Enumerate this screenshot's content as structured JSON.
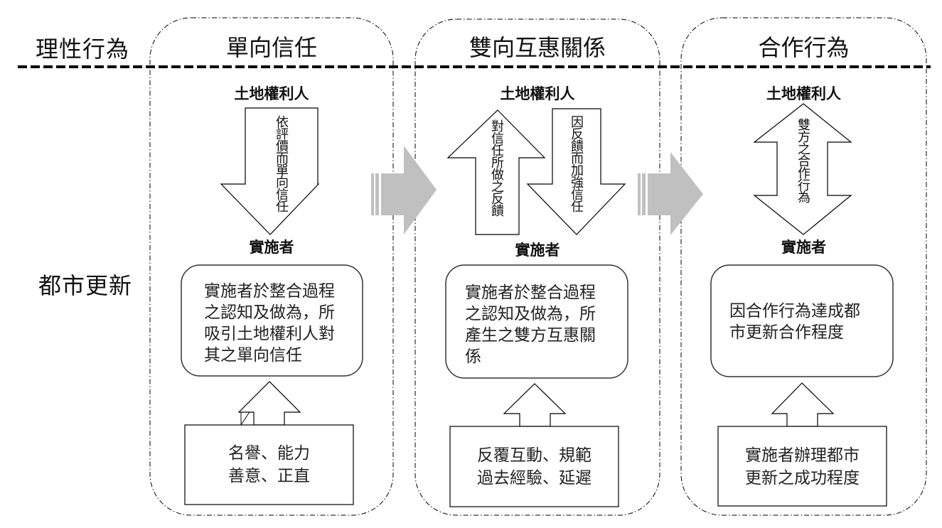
{
  "row_labels": {
    "rational_behavior": "理性行為",
    "urban_renewal": "都市更新"
  },
  "panels": [
    {
      "title": "單向信任",
      "top_actor": "土地權利人",
      "bottom_actor": "實施者",
      "arrows": [
        {
          "direction": "down",
          "label": "依評價而單向信任"
        }
      ],
      "description": "實施者於整合過程之認知及做為，所吸引土地權利人對其之單向信任",
      "description_lines": [
        "實施者於整合過程",
        "之認知及做為，所",
        "吸引土地權利人對",
        "其之單向信任"
      ],
      "factors_lines": [
        "名譽、能力",
        "善意、正直"
      ]
    },
    {
      "title": "雙向互惠關係",
      "top_actor": "土地權利人",
      "bottom_actor": "實施者",
      "arrows": [
        {
          "direction": "up",
          "label": "對信任所做之反饋"
        },
        {
          "direction": "down",
          "label": "因反饋而加強信任"
        }
      ],
      "description": "實施者於整合過程之認知及做為，所產生之雙方互惠關係",
      "description_lines": [
        "實施者於整合過程",
        "之認知及做為，所",
        "產生之雙方互惠關",
        "係"
      ],
      "factors_lines": [
        "反覆互動、規範",
        "過去經驗、延遲"
      ]
    },
    {
      "title": "合作行為",
      "top_actor": "土地權利人",
      "bottom_actor": "實施者",
      "arrows": [
        {
          "direction": "both",
          "label": "雙方之合作行為"
        }
      ],
      "description": "因合作行為達成都市更新合作程度",
      "description_lines": [
        "因合作行為達成都",
        "市更新合作程度"
      ],
      "factors_lines": [
        "實施者辦理都市",
        "更新之成功程度"
      ]
    }
  ],
  "transitions": [
    {
      "from": "單向信任",
      "to": "雙向互惠關係"
    },
    {
      "from": "雙向互惠關係",
      "to": "合作行為"
    }
  ],
  "colors": {
    "line": "#000000",
    "transition_arrow": "#c0c0c0",
    "background": "#ffffff"
  }
}
